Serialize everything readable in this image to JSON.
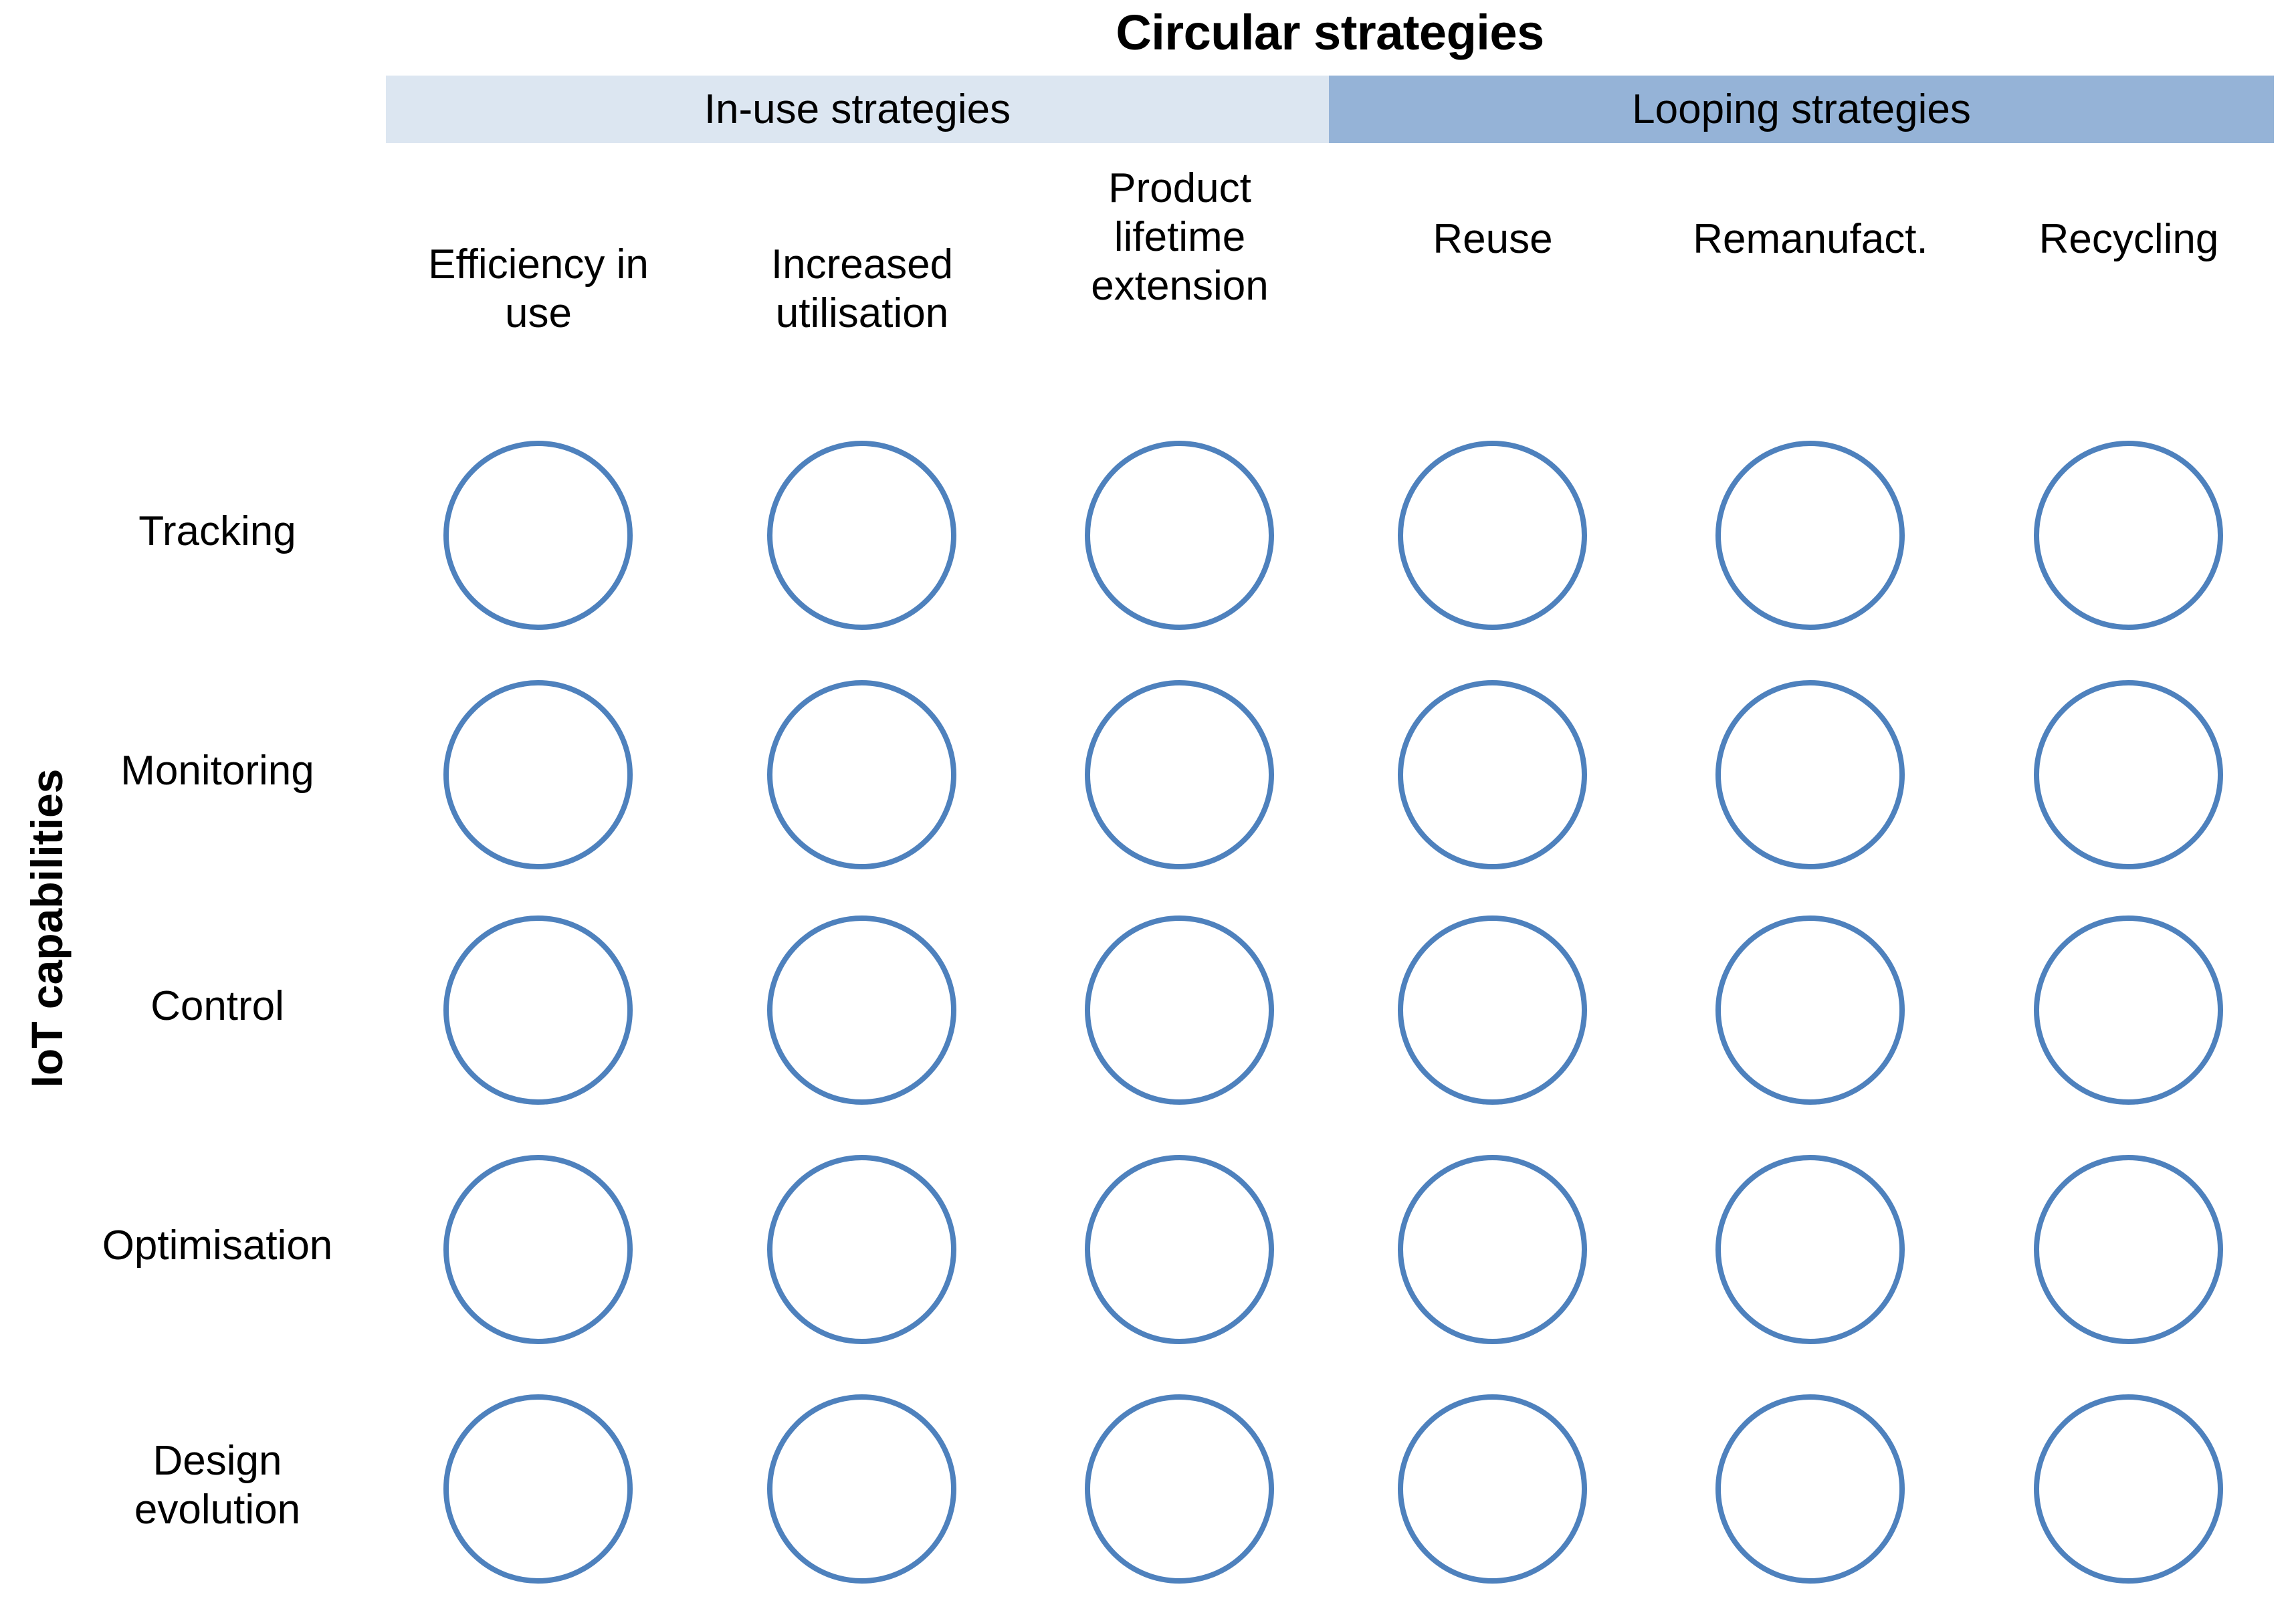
{
  "figure": {
    "title": "Circular strategies",
    "row_axis_label": "IoT capabilities"
  },
  "colors": {
    "band_inuse": "#DCE6F1",
    "band_looping": "#95B3D7",
    "circle_stroke": "#4E81BD",
    "background": "#FFFFFF",
    "text": "#000000"
  },
  "groups": [
    {
      "label": "In-use strategies",
      "span": 3
    },
    {
      "label": "Looping strategies",
      "span": 3
    }
  ],
  "columns": [
    {
      "line1": "Efficiency in",
      "line2": "use",
      "line3": ""
    },
    {
      "line1": "Increased",
      "line2": "utilisation",
      "line3": ""
    },
    {
      "line1": "Product",
      "line2": "lifetime",
      "line3": "extension"
    },
    {
      "line1": "Reuse",
      "line2": "",
      "line3": ""
    },
    {
      "line1": "Remanufact.",
      "line2": "",
      "line3": ""
    },
    {
      "line1": "Recycling",
      "line2": "",
      "line3": ""
    }
  ],
  "rows": [
    {
      "line1": "Tracking",
      "line2": ""
    },
    {
      "line1": "Monitoring",
      "line2": ""
    },
    {
      "line1": "Control",
      "line2": ""
    },
    {
      "line1": "Optimisation",
      "line2": ""
    },
    {
      "line1": "Design",
      "line2": "evolution"
    }
  ],
  "chart_data": {
    "type": "table",
    "title": "Circular strategies",
    "xlabel": "Circular strategies",
    "ylabel": "IoT capabilities",
    "categories": [
      "Efficiency in use",
      "Increased utilisation",
      "Product lifetime extension",
      "Reuse",
      "Remanufact.",
      "Recycling"
    ],
    "row_categories": [
      "Tracking",
      "Monitoring",
      "Control",
      "Optimisation",
      "Design evolution"
    ],
    "column_groups": [
      {
        "name": "In-use strategies",
        "columns": [
          "Efficiency in use",
          "Increased utilisation",
          "Product lifetime extension"
        ]
      },
      {
        "name": "Looping strategies",
        "columns": [
          "Reuse",
          "Remanufact.",
          "Recycling"
        ]
      }
    ],
    "cell_marker": "empty-circle",
    "values": [
      [
        "",
        "",
        "",
        "",
        "",
        ""
      ],
      [
        "",
        "",
        "",
        "",
        "",
        ""
      ],
      [
        "",
        "",
        "",
        "",
        "",
        ""
      ],
      [
        "",
        "",
        "",
        "",
        "",
        ""
      ],
      [
        "",
        "",
        "",
        "",
        "",
        ""
      ]
    ],
    "grid": false,
    "legend": "none"
  }
}
